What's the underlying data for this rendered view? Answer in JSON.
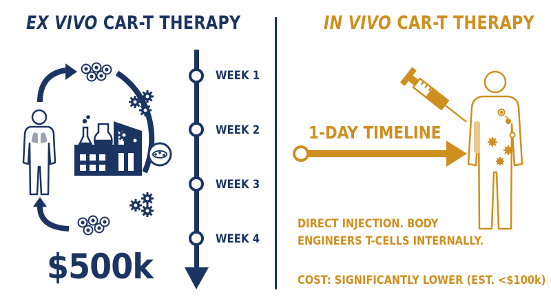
{
  "left_panel": {
    "title_italic": "EX VIVO",
    "title_rest": " CAR-T THERAPY",
    "weeks": [
      "WEEK 1",
      "WEEK 2",
      "WEEK 3",
      "WEEK 4"
    ],
    "cost": "$500k",
    "icons": [
      "person-icon",
      "factory-icon",
      "lab-flask-icon",
      "petri-dish-icon",
      "cell-cluster-icon",
      "cycle-arrow-icon",
      "timeline-arrow-icon"
    ]
  },
  "right_panel": {
    "title_italic": "IN VIVO",
    "title_rest": " CAR-T THERAPY",
    "timeline_label": "1-DAY TIMELINE",
    "description_line1": "DIRECT INJECTION. BODY",
    "description_line2": "ENGINEERS T-CELLS INTERNALLY.",
    "cost": "COST: SIGNIFICANTLY LOWER (EST. <$100k)",
    "icons": [
      "syringe-icon",
      "person-icon",
      "arrow-icon"
    ]
  },
  "colors": {
    "navy": "#1b3461",
    "gold": "#cf8f1f"
  }
}
